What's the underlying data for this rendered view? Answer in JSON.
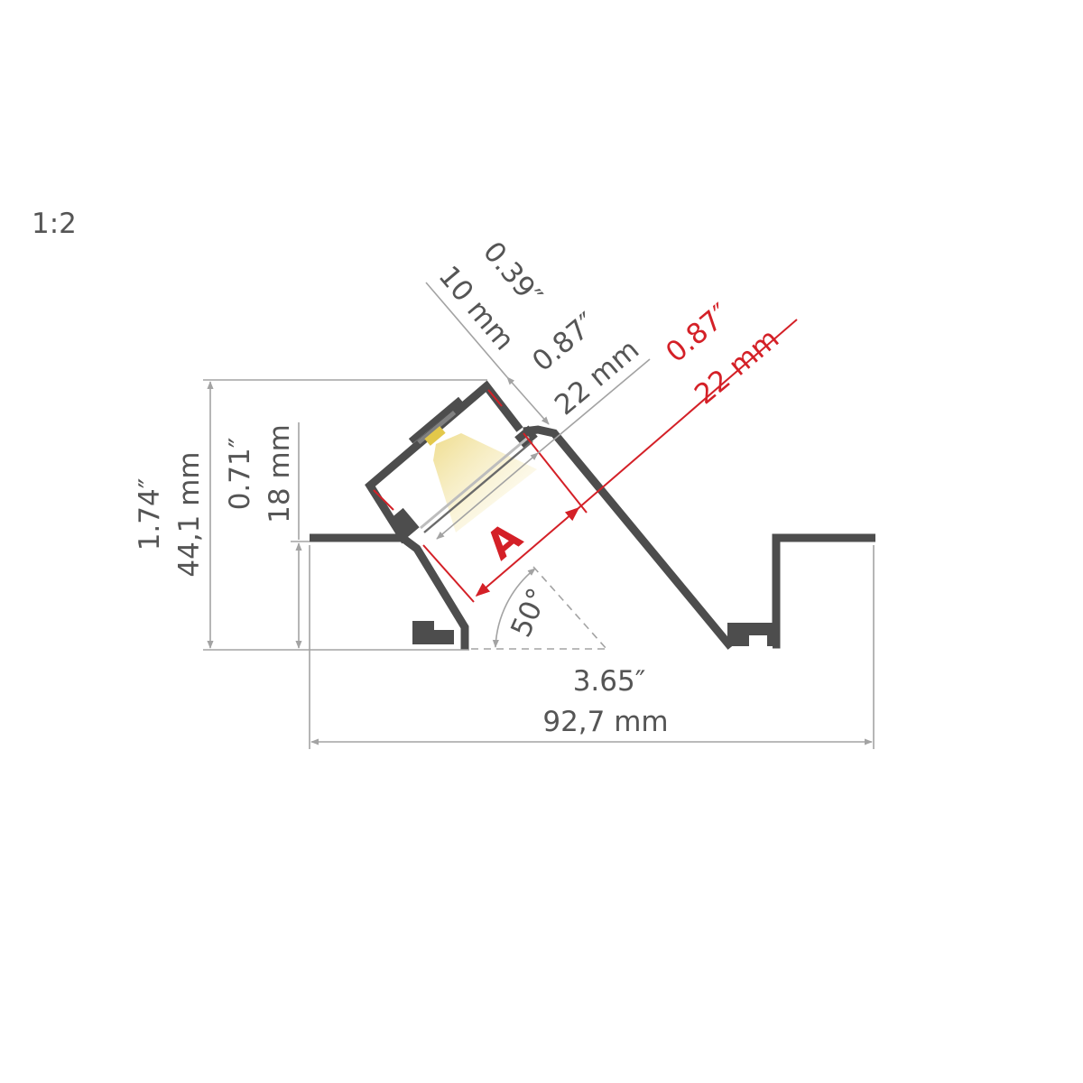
{
  "scale": "1:2",
  "dimensions": {
    "opening_in": "0.39″",
    "opening_mm": "10 mm",
    "diffuser_in": "0.87″",
    "diffuser_mm": "22 mm",
    "led_width_in": "0.87″",
    "led_width_mm": "22 mm",
    "total_height_in": "1.74″",
    "total_height_mm": "44,1 mm",
    "channel_height_in": "0.71″",
    "channel_height_mm": "18 mm",
    "angle": "50°",
    "total_width_in": "3.65″",
    "total_width_mm": "92,7 mm"
  },
  "marker": "A",
  "colors": {
    "profile": "#4d4d4d",
    "dimension_line": "#a3a3a3",
    "highlight": "#d42027",
    "light": "#f3e6a6"
  }
}
